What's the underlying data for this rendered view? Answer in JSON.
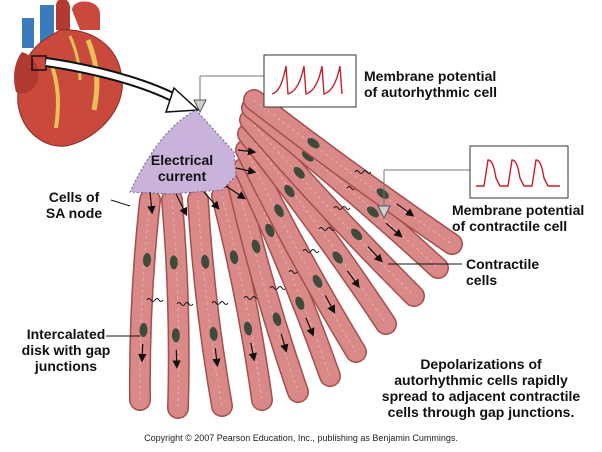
{
  "labels": {
    "membrane_autorhythmic": [
      "Membrane potential",
      "of autorhythmic cell"
    ],
    "electrical_current": [
      "Electrical",
      "current"
    ],
    "cells_sa_node": [
      "Cells of",
      "SA node"
    ],
    "membrane_contractile": [
      "Membrane potential",
      "of contractile cell"
    ],
    "contractile_cells": [
      "Contractile",
      "cells"
    ],
    "intercalated": [
      "Intercalated",
      "disk with gap",
      "junctions"
    ],
    "depolarizations": [
      "Depolarizations of",
      "autorhythmic cells rapidly",
      "spread to adjacent contractile",
      "cells through gap junctions."
    ]
  },
  "copyright": "Copyright © 2007 Pearson Education, Inc., publishing as Benjamin Cummings.",
  "colors": {
    "muscle": "#d98a88",
    "muscle_dark": "#a44e4e",
    "sa_node": "#c9b3db",
    "nucleus": "#3e4a3a",
    "trace": "#cc1f2a",
    "heart": "#c94a3c",
    "aorta": "#3a7bbf"
  }
}
